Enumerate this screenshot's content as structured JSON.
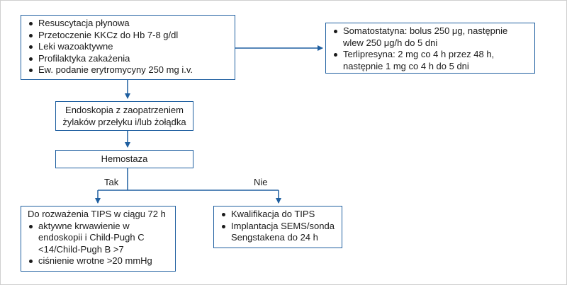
{
  "initial_box": {
    "items": [
      "Resuscytacja płynowa",
      "Przetoczenie KKCz do Hb 7-8 g/dl",
      "Leki wazoaktywne",
      "Profilaktyka zakażenia",
      "Ew. podanie erytromycyny 250 mg i.v."
    ]
  },
  "drugs_box": {
    "items": [
      "Somatostatyna: bolus 250 μg, następnie wlew 250 μg/h do 5 dni",
      "Terlipresyna: 2 mg co 4 h przez 48 h, następnie 1 mg co 4 h do 5 dni"
    ]
  },
  "endoscopy_box": {
    "line1": "Endoskopia z zaopatrzeniem",
    "line2": "żylaków przełyku i/lub żołądka"
  },
  "hemostasis_box": {
    "label": "Hemostaza"
  },
  "branch_labels": {
    "yes": "Tak",
    "no": "Nie"
  },
  "tips_consider_box": {
    "heading": "Do rozważenia TIPS w ciągu 72 h",
    "items": [
      "aktywne krwawienie w endoskopii i Child-Pugh C <14/Child-Pugh B >7",
      "ciśnienie wrotne >20 mmHg"
    ]
  },
  "tips_qualify_box": {
    "items": [
      "Kwalifikacja do TIPS",
      "Implantacja SEMS/sonda Sengstakena do 24 h"
    ]
  },
  "colors": {
    "box_border": "#1f5fa0",
    "connector": "#1f5fa0",
    "text": "#1a1a1a"
  }
}
